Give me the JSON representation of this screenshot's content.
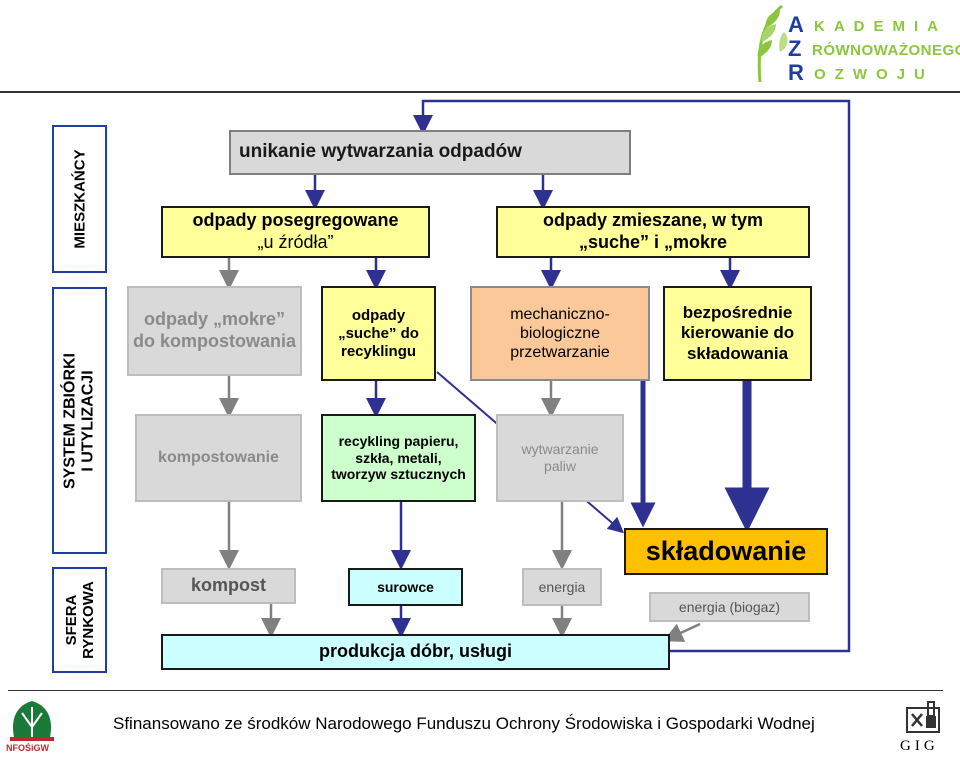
{
  "header": {
    "logo": {
      "initials": [
        "A",
        "Z",
        "R"
      ],
      "rest": [
        "KADEMIA",
        "RÓWNOWAŻONEGO",
        "OZWOJU"
      ],
      "full": "AKADEMIA ZRÓWNOWAŻONEGO ROZWOJU",
      "icon": "leaf-icon"
    }
  },
  "side_labels": {
    "mieszkancy": "MIESZKAŃCY",
    "system": "SYSTEM ZBIÓRKI\nI UTYLIZACJI",
    "sfera": "SFERA\nRYNKOWA"
  },
  "nodes": {
    "unikanie": "unikanie wytwarzania odpadów",
    "posegregowane_1": "odpady posegregowane",
    "posegregowane_2": "„u źródła”",
    "zmieszane_1": "odpady zmieszane, w tym",
    "zmieszane_2": "„suche” i „mokre",
    "mokre": "odpady „mokre” do kompostowania",
    "suche": "odpady „suche” do recyklingu",
    "mbp": "mechaniczno-biologiczne przetwarzanie",
    "bezposrednie": "bezpośrednie kierowanie do składowania",
    "kompostowanie": "kompostowanie",
    "recykling": "recykling papieru, szkła, metali, tworzyw sztucznych",
    "wytwarzanie_paliw": "wytwarzanie paliw",
    "skladowanie": "składowanie",
    "kompost": "kompost",
    "surowce": "surowce",
    "energia": "energia",
    "energia_biogaz": "energia (biogaz)",
    "produkcja": "produkcja dóbr, usługi"
  },
  "colors": {
    "arrow_blue": "#2e3192",
    "arrow_gray": "#808080",
    "yellow": "#ffff99",
    "orange": "#fbc89a",
    "green": "#ccffcc",
    "cyan": "#ccffff",
    "gold": "#ffc000",
    "gray": "#d9d9d9"
  },
  "footer": {
    "text": "Sfinansowano ze środków Narodowego Funduszu Ochrony Środowiska i Gospodarki Wodnej",
    "left_logo_text": "NFOŚiGW",
    "right_logo_text": "GIG"
  }
}
